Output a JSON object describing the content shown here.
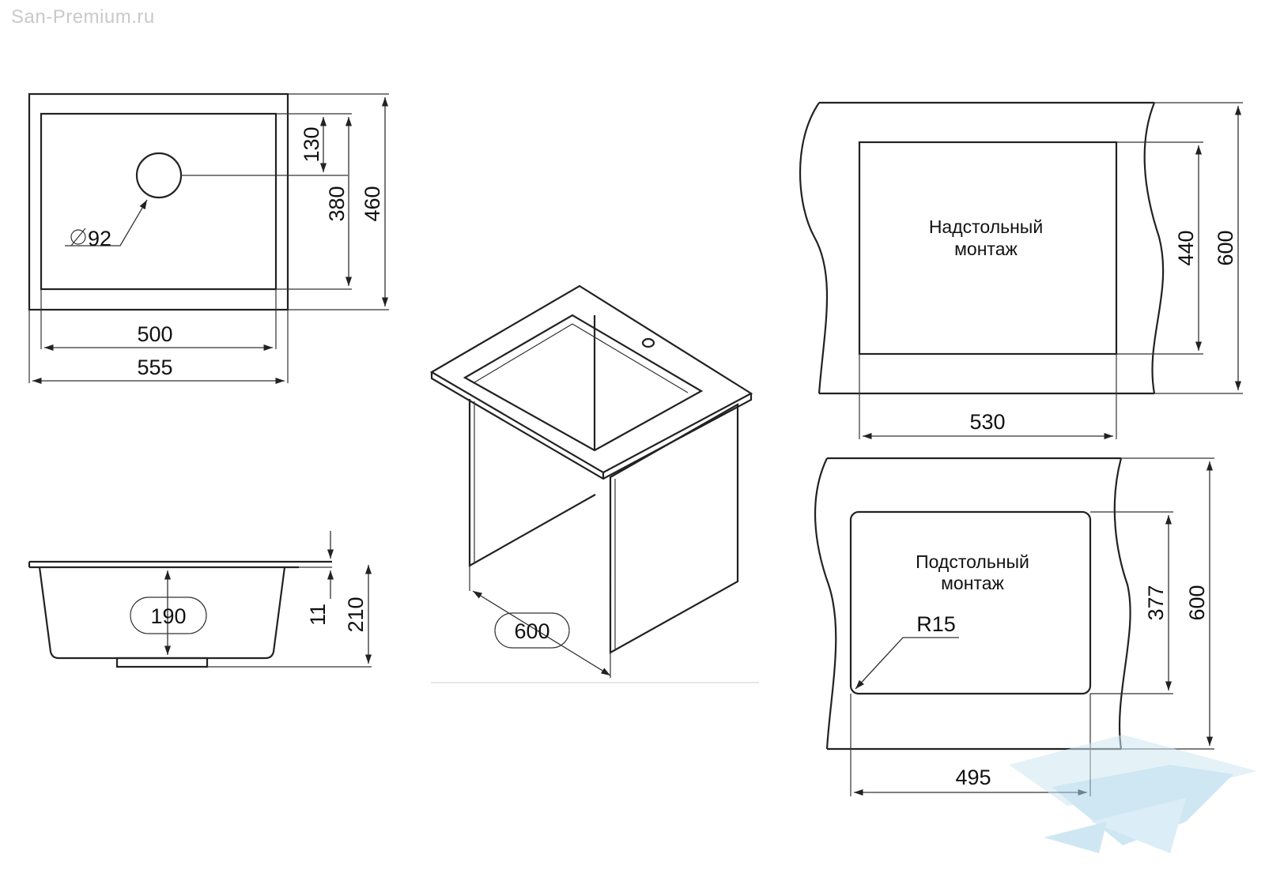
{
  "watermark": "San-Premium.ru",
  "top_view": {
    "hole_diameter": "92",
    "dim_130": "130",
    "dim_380": "380",
    "dim_460": "460",
    "dim_500": "500",
    "dim_555": "555"
  },
  "side_view": {
    "dim_190": "190",
    "dim_11": "11",
    "dim_210": "210"
  },
  "iso_view": {
    "dim_600": "600"
  },
  "overmount": {
    "label_line1": "Надстольный",
    "label_line2": "монтаж",
    "dim_440": "440",
    "dim_600": "600",
    "dim_530": "530"
  },
  "undermount": {
    "label_line1": "Подстольный",
    "label_line2": "монтаж",
    "radius": "R15",
    "dim_377": "377",
    "dim_600": "600",
    "dim_495": "495"
  },
  "colors": {
    "line": "#222222",
    "watermark_logo": "#a9d4ea"
  }
}
